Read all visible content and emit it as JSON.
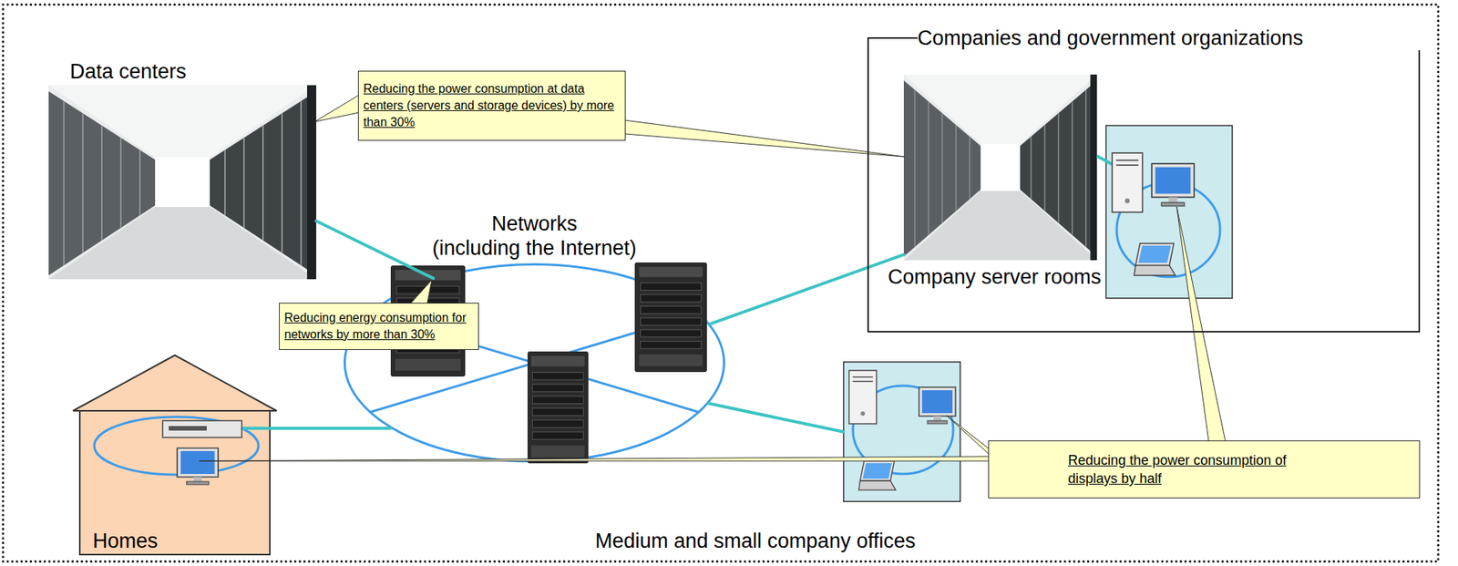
{
  "diagram": {
    "nodes": [
      {
        "text": [
          "Data centers"
        ]
      },
      {
        "text": [
          "Reducing the power consumption at data centers (servers and storage devices) by more than 30%"
        ]
      },
      {
        "text": [
          "Companies and government organizations"
        ]
      },
      {
        "text": [
          "Company server rooms"
        ],
        "in": 2
      },
      {
        "text": [
          "Networks",
          "(including the Internet)"
        ]
      },
      {
        "text": [
          "Reducing energy consumption for networks by more than 30%"
        ]
      },
      {
        "text": [
          "Homes"
        ]
      },
      {
        "text": [
          "Medium and small company offices"
        ]
      },
      {
        "text": [
          "Reducing the power consumption of displays by half"
        ]
      }
    ],
    "edges": [
      {
        "from": 0,
        "to": 4,
        "arrow": "none"
      },
      {
        "from": 3,
        "to": 4,
        "arrow": "none"
      },
      {
        "from": 4,
        "to": 7,
        "arrow": "none"
      },
      {
        "from": 4,
        "to": 6,
        "arrow": "none"
      }
    ]
  }
}
